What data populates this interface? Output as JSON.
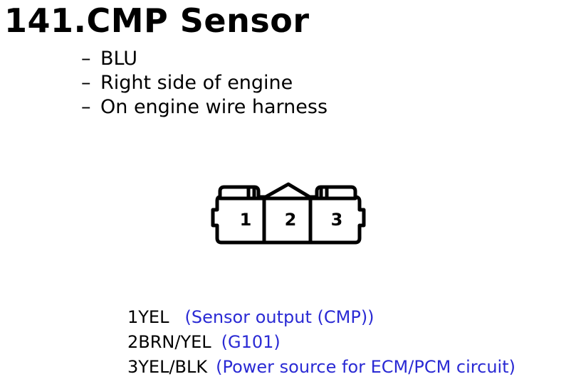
{
  "title": "141.CMP Sensor",
  "bullets": [
    "BLU",
    "Right side of engine",
    "On engine wire harness"
  ],
  "bullet_dash": "–",
  "connector": {
    "pin_labels": [
      "1",
      "2",
      "3"
    ]
  },
  "pins": [
    {
      "id": "1YEL",
      "desc": "(Sensor output (CMP))"
    },
    {
      "id": "2BRN/YEL",
      "desc": "(G101)"
    },
    {
      "id": "3YEL/BLK",
      "desc": "(Power source for ECM/PCM circuit)"
    }
  ],
  "colors": {
    "desc_text": "#2a2ad4"
  }
}
